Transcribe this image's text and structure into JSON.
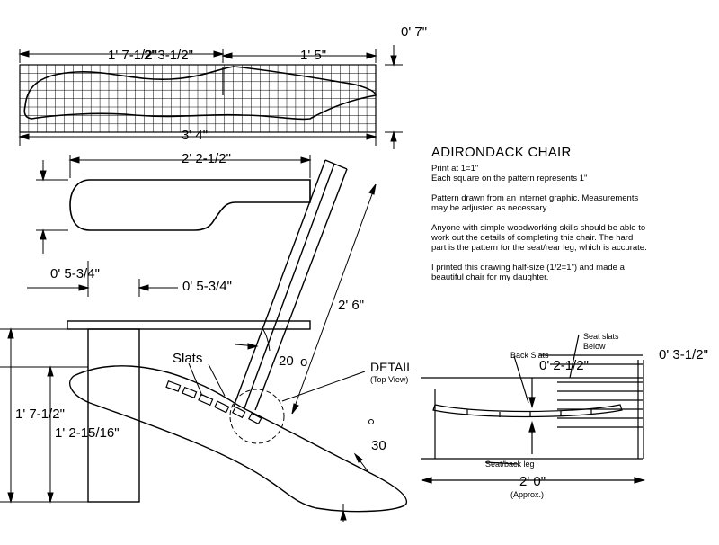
{
  "pattern": {
    "dim_left": "1' 7-1/2\"",
    "dim_overlap": "2' 3-1/2\"",
    "dim_right": "1' 5\"",
    "dim_total": "3' 4\"",
    "dim_height": "0' 7\""
  },
  "arm": {
    "dim_length": "2' 2-1/2\"",
    "dim_front_width": "0' 5-3/4\"",
    "dim_back_width": "0' 5-3/4\""
  },
  "side_view": {
    "dim_back_length": "2' 6\"",
    "angle_back": "20",
    "angle_seat": "30",
    "dim_seat_height": "1' 7-1/2\"",
    "dim_front_height": "1' 2-15/16\"",
    "label_slats": "Slats",
    "label_detail": "DETAIL",
    "label_detail_sub": "(Top View)"
  },
  "detail_view": {
    "label_back_slats": "Back Slats",
    "label_seat_slats_line1": "Seat slats",
    "label_seat_slats_line2": "Below",
    "dim_inner": "0' 2-1/2\"",
    "dim_outer": "0' 3-1/2\"",
    "label_seat_leg": "Seat/back leg",
    "dim_width": "2' 0\"",
    "dim_width_note": "(Approx.)"
  },
  "notes": {
    "title": "ADIRONDACK CHAIR",
    "line1": "Print at 1=1\"",
    "line2": "Each square on the pattern represents 1\"",
    "para2": "Pattern drawn from an internet graphic. Measurements may be adjusted as necessary.",
    "para3": "Anyone with simple woodworking skills should be able to work out the details of completing this chair. The hard part is the pattern for the seat/rear leg, which is accurate.",
    "para4": "I printed this drawing half-size (1/2=1\") and made a beautiful chair for my daughter."
  }
}
